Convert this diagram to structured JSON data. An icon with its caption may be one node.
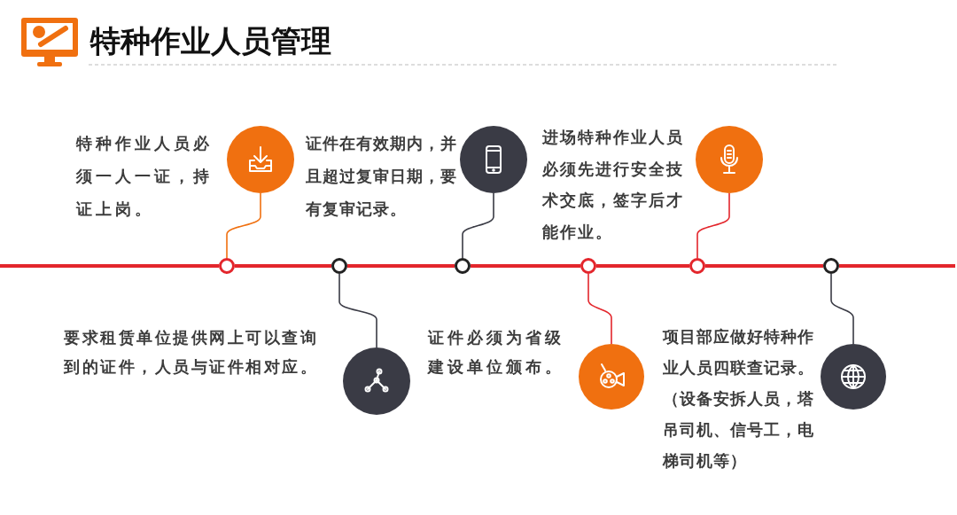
{
  "diagram": {
    "title": "特种作业人员管理",
    "nodes": [
      {
        "text": [],
        "shape": "circle",
        "beside": [
          "特种作业人员必须一人一证，持证上岗。"
        ]
      },
      {
        "text": [],
        "shape": "circle"
      },
      {
        "text": [],
        "shape": "circle",
        "beside": [
          "进场特种作业人员必须先进行安全技术交底，签字后才能作业。"
        ]
      },
      {
        "text": [],
        "shape": "circle",
        "beside": [
          "要求租赁单位提供网上可以查询到的证件，人员与证件相对应。"
        ]
      },
      {
        "text": [],
        "shape": "circle",
        "beside": [
          "证件必须为省级建设单位颁布。"
        ]
      },
      {
        "text": [],
        "shape": "circle",
        "beside": [
          "项目部应做好特种作业人员四联查记录。（设备安拆人员，塔吊司机、信号工，电梯司机等）"
        ]
      },
      {
        "text": [],
        "shape": "circle"
      },
      {
        "text": [],
        "shape": "circle"
      },
      {
        "text": [],
        "shape": "circle"
      },
      {
        "text": [],
        "shape": "circle"
      },
      {
        "text": [],
        "shape": "circle"
      },
      {
        "text": [],
        "shape": "circle"
      }
    ],
    "edges": [
      {
        "from": 0,
        "to": 6,
        "arrow": "none",
        "color": "#f07010"
      },
      {
        "from": 1,
        "to": 8,
        "arrow": "none",
        "color": "#3a3b45"
      },
      {
        "from": 2,
        "to": 10,
        "arrow": "none"
      },
      {
        "from": 3,
        "to": 7,
        "arrow": "none",
        "color": "#3a3b45"
      },
      {
        "from": 4,
        "to": 9,
        "arrow": "none"
      },
      {
        "from": 5,
        "to": 11,
        "arrow": "none",
        "color": "#3a3b45"
      },
      {
        "from": null,
        "to": 6,
        "arrow": "none"
      },
      {
        "from": 6,
        "to": 7,
        "arrow": "none"
      },
      {
        "from": 7,
        "to": 8,
        "arrow": "none"
      },
      {
        "from": 8,
        "to": 9,
        "arrow": "none"
      },
      {
        "from": 9,
        "to": 10,
        "arrow": "none"
      },
      {
        "from": 10,
        "to": 11,
        "arrow": "none"
      },
      {
        "from": 11,
        "to": null,
        "arrow": "none"
      }
    ],
    "labels": [
      "证件在有效期内，并且超过复审日期，要有复审记录。"
    ]
  }
}
